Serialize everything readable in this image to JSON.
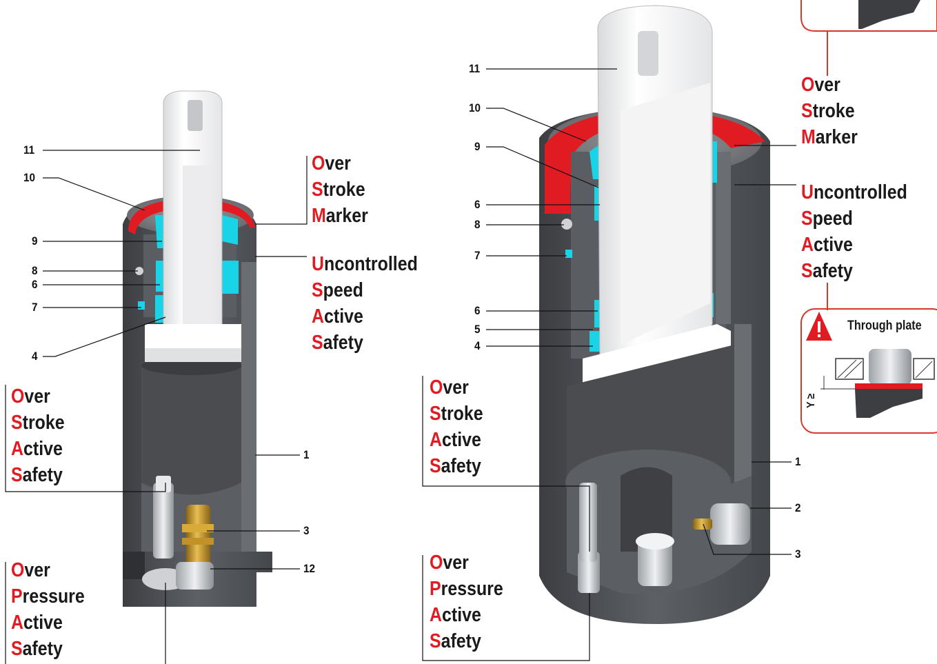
{
  "palette": {
    "accent_red": "#e11b22",
    "body_gray": "#55585c",
    "seal_cyan": "#18d4e6",
    "brass": "#c99a2a",
    "box_border": "#d9362b"
  },
  "icons": {
    "warning": "warning-triangle-icon"
  },
  "left_labels": {
    "l11": "11",
    "l10": "10",
    "l9": "9",
    "l8": "8",
    "l6": "6",
    "l7": "7",
    "l4": "4",
    "l1": "1",
    "l3": "3",
    "l12": "12"
  },
  "right_labels": {
    "l11": "11",
    "l10": "10",
    "l9": "9",
    "l6a": "6",
    "l8": "8",
    "l7": "7",
    "l6b": "6",
    "l5": "5",
    "l4": "4",
    "l1": "1",
    "l2": "2",
    "l3": "3"
  },
  "left_acronyms": {
    "osm": [
      {
        "i": "O",
        "r": "ver"
      },
      {
        "i": "S",
        "r": "troke"
      },
      {
        "i": "M",
        "r": "arker"
      }
    ],
    "usas": [
      {
        "i": "U",
        "r": "ncontrolled"
      },
      {
        "i": "S",
        "r": "peed"
      },
      {
        "i": "A",
        "r": "ctive"
      },
      {
        "i": "S",
        "r": "afety"
      }
    ],
    "osas": [
      {
        "i": "O",
        "r": "ver"
      },
      {
        "i": "S",
        "r": "troke"
      },
      {
        "i": "A",
        "r": "ctive"
      },
      {
        "i": "S",
        "r": "afety"
      }
    ],
    "opas": [
      {
        "i": "O",
        "r": "ver"
      },
      {
        "i": "P",
        "r": "ressure"
      },
      {
        "i": "A",
        "r": "ctive"
      },
      {
        "i": "S",
        "r": "afety"
      }
    ]
  },
  "right_acronyms": {
    "osm": [
      {
        "i": "O",
        "r": "ver"
      },
      {
        "i": "S",
        "r": "troke"
      },
      {
        "i": "M",
        "r": "arker"
      }
    ],
    "usas": [
      {
        "i": "U",
        "r": "ncontrolled"
      },
      {
        "i": "S",
        "r": "peed"
      },
      {
        "i": "A",
        "r": "ctive"
      },
      {
        "i": "S",
        "r": "afety"
      }
    ],
    "osas": [
      {
        "i": "O",
        "r": "ver"
      },
      {
        "i": "S",
        "r": "troke"
      },
      {
        "i": "A",
        "r": "ctive"
      },
      {
        "i": "S",
        "r": "afety"
      }
    ],
    "opas": [
      {
        "i": "O",
        "r": "ver"
      },
      {
        "i": "P",
        "r": "ressure"
      },
      {
        "i": "A",
        "r": "ctive"
      },
      {
        "i": "S",
        "r": "afety"
      }
    ]
  },
  "through_plate_box": {
    "title": "Through plate",
    "dim_label": "Y ≥"
  }
}
